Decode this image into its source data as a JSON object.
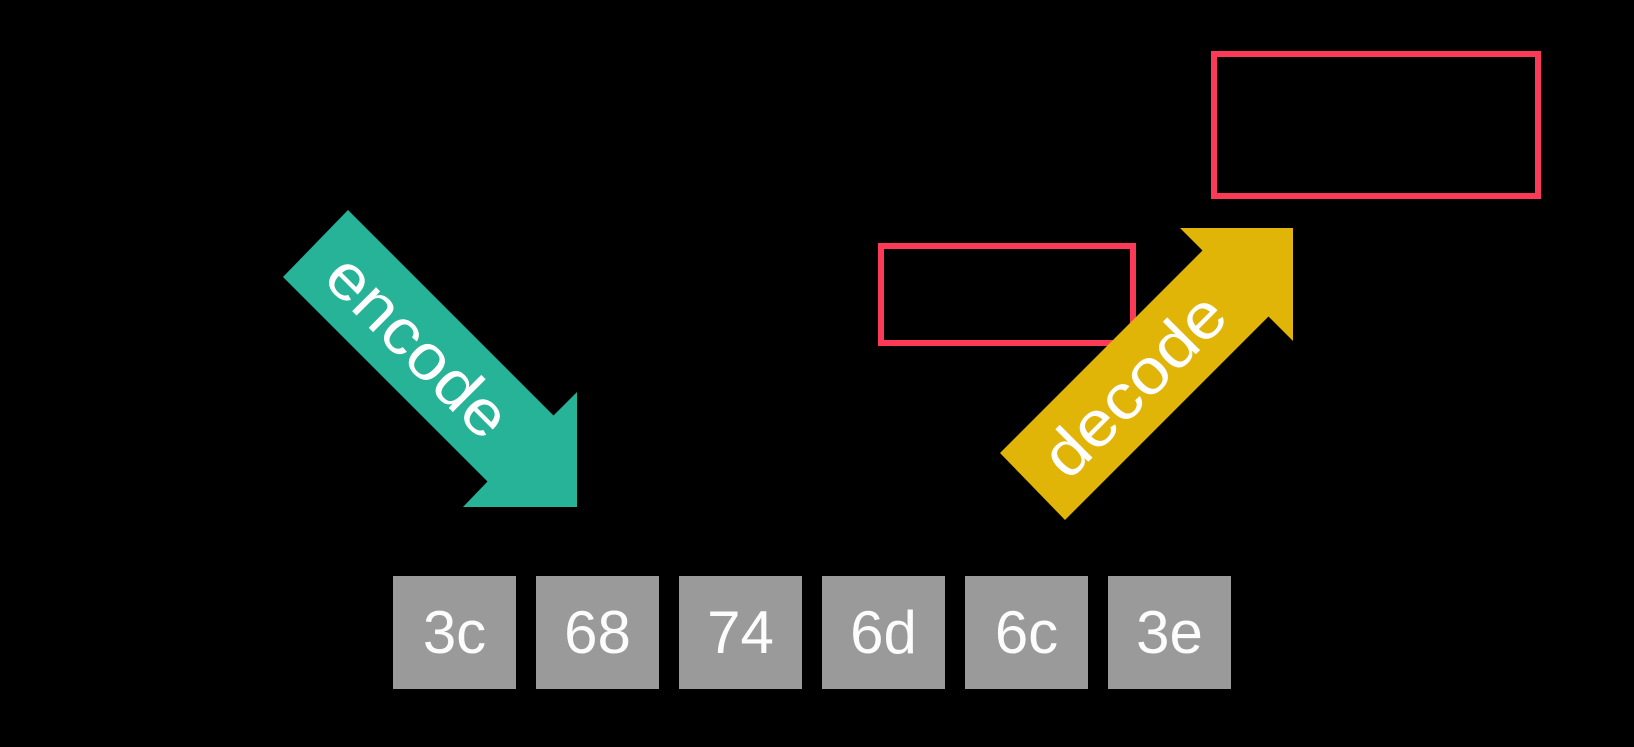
{
  "colors": {
    "background": "#000000",
    "encode-arrow": "#26b398",
    "decode-arrow": "#e1b408",
    "highlight-border": "#fa3a57",
    "byte-box": "#9a9a9a",
    "byte-text": "#fcfcfc",
    "arrow-label": "#ffffff"
  },
  "arrows": {
    "encode": {
      "label": "encode"
    },
    "decode": {
      "label": "decode"
    }
  },
  "highlight_boxes": {
    "top_right": {
      "content": ""
    },
    "middle": {
      "content": ""
    }
  },
  "encoded_bytes": [
    "3c",
    "68",
    "74",
    "6d",
    "6c",
    "3e"
  ]
}
